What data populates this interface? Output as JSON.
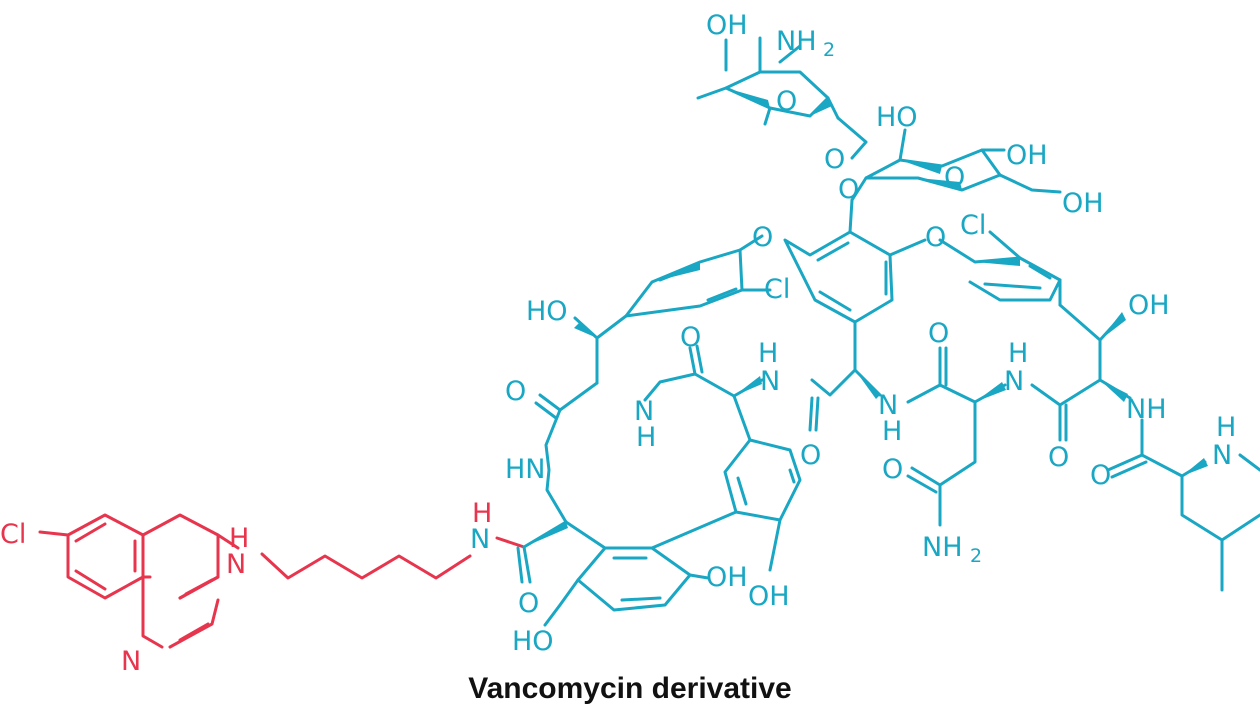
{
  "caption": "Vancomycin derivative",
  "colors": {
    "vancomycin": "#1aa7c4",
    "linker": "#e8354e",
    "caption": "#111111"
  },
  "labels": {
    "oh": "OH",
    "ho": "HO",
    "nh2": "NH",
    "o": "O",
    "n": "N",
    "nh": "NH",
    "hn": "HN",
    "h": "H",
    "cl": "Cl",
    "sub2": "2"
  }
}
